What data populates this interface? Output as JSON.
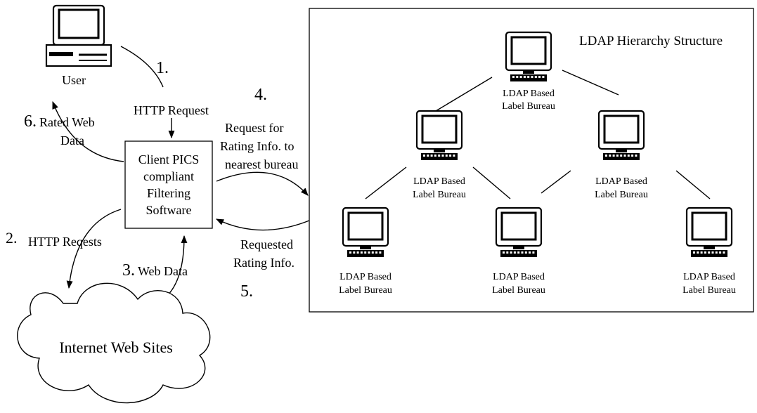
{
  "hierarchy": {
    "title": "LDAP Hierarchy Structure",
    "nodes": [
      {
        "id": "root",
        "label_line1": "LDAP Based",
        "label_line2": "Label Bureau"
      },
      {
        "id": "mid-left",
        "label_line1": "LDAP Based",
        "label_line2": "Label Bureau"
      },
      {
        "id": "mid-right",
        "label_line1": "LDAP Based",
        "label_line2": "Label Bureau"
      },
      {
        "id": "leaf-1",
        "label_line1": "LDAP Based",
        "label_line2": "Label Bureau"
      },
      {
        "id": "leaf-2",
        "label_line1": "LDAP Based",
        "label_line2": "Label Bureau"
      },
      {
        "id": "leaf-3",
        "label_line1": "LDAP Based",
        "label_line2": "Label Bureau"
      }
    ]
  },
  "user": {
    "label": "User"
  },
  "client": {
    "lines": [
      "Client PICS",
      "compliant",
      "Filtering",
      "Software"
    ]
  },
  "cloud": {
    "label": "Internet Web Sites"
  },
  "steps": {
    "s1": {
      "num": "1.",
      "label": "HTTP Request"
    },
    "s2": {
      "num": "2.",
      "label": "HTTP Reqests"
    },
    "s3": {
      "num": "3.",
      "label": "Web Data"
    },
    "s4": {
      "num": "4.",
      "lines": [
        "Request for",
        "Rating Info. to",
        "nearest bureau"
      ]
    },
    "s5": {
      "num": "5.",
      "lines": [
        "Requested",
        "Rating Info."
      ]
    },
    "s6": {
      "num": "6.",
      "lines": [
        "Rated Web",
        "Data"
      ]
    }
  },
  "icons": {
    "computer": "desktop-computer-icon",
    "bureau": "monitor-with-keyboard-icon"
  }
}
